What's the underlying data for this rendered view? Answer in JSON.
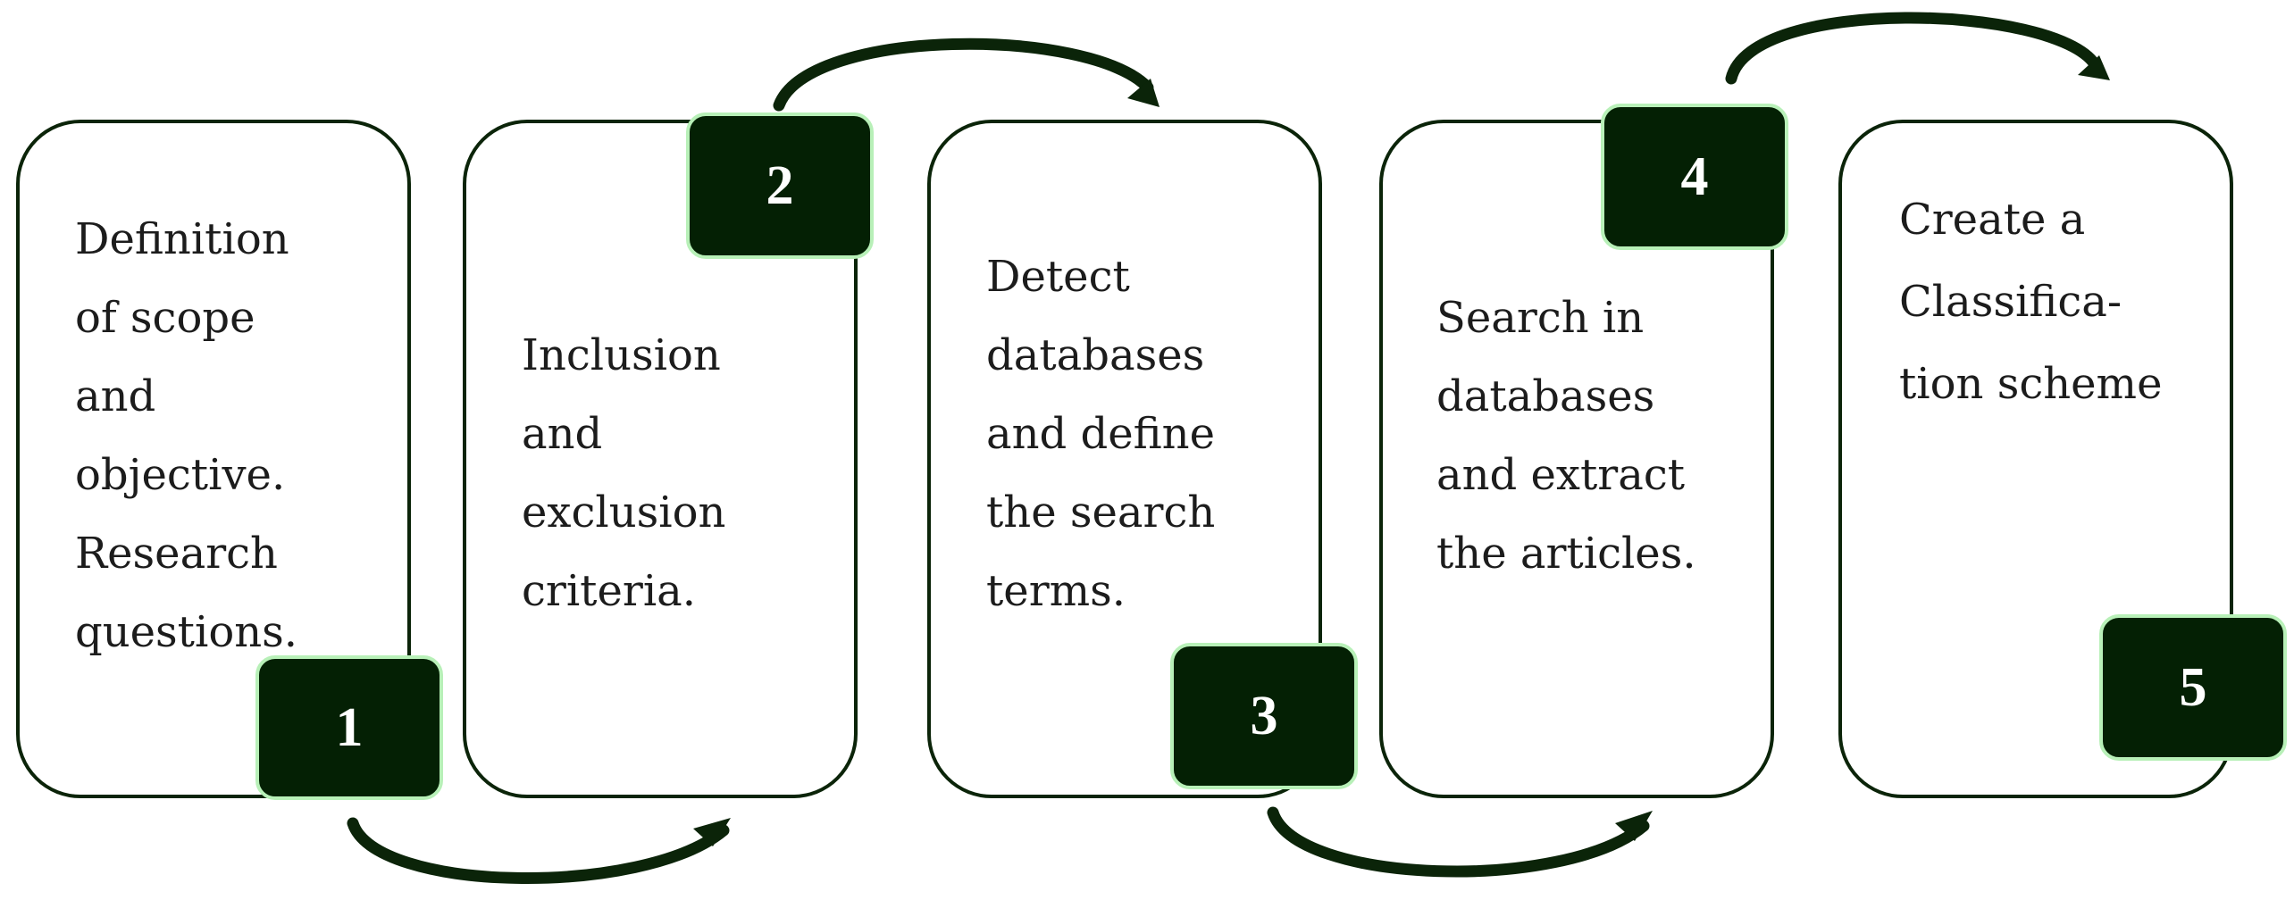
{
  "colors": {
    "box_border": "#0b2409",
    "badge_fill": "#042004",
    "badge_outline": "#b8f0b8",
    "badge_text": "#ffffff",
    "arrow": "#0b2409",
    "text": "#1c1c1c"
  },
  "steps": [
    {
      "number": "1",
      "lines": [
        "Definition",
        "of scope",
        "and",
        "objective.",
        "Research",
        "questions."
      ]
    },
    {
      "number": "2",
      "lines": [
        "Inclusion",
        "and",
        "exclusion",
        "criteria."
      ]
    },
    {
      "number": "3",
      "lines": [
        "Detect",
        "databases",
        "and define",
        "the search",
        "terms."
      ]
    },
    {
      "number": "4",
      "lines": [
        "Search in",
        "databases",
        "and extract",
        "the articles."
      ]
    },
    {
      "number": "5",
      "lines": [
        "Create a",
        "Classifica-",
        "tion scheme"
      ]
    }
  ]
}
